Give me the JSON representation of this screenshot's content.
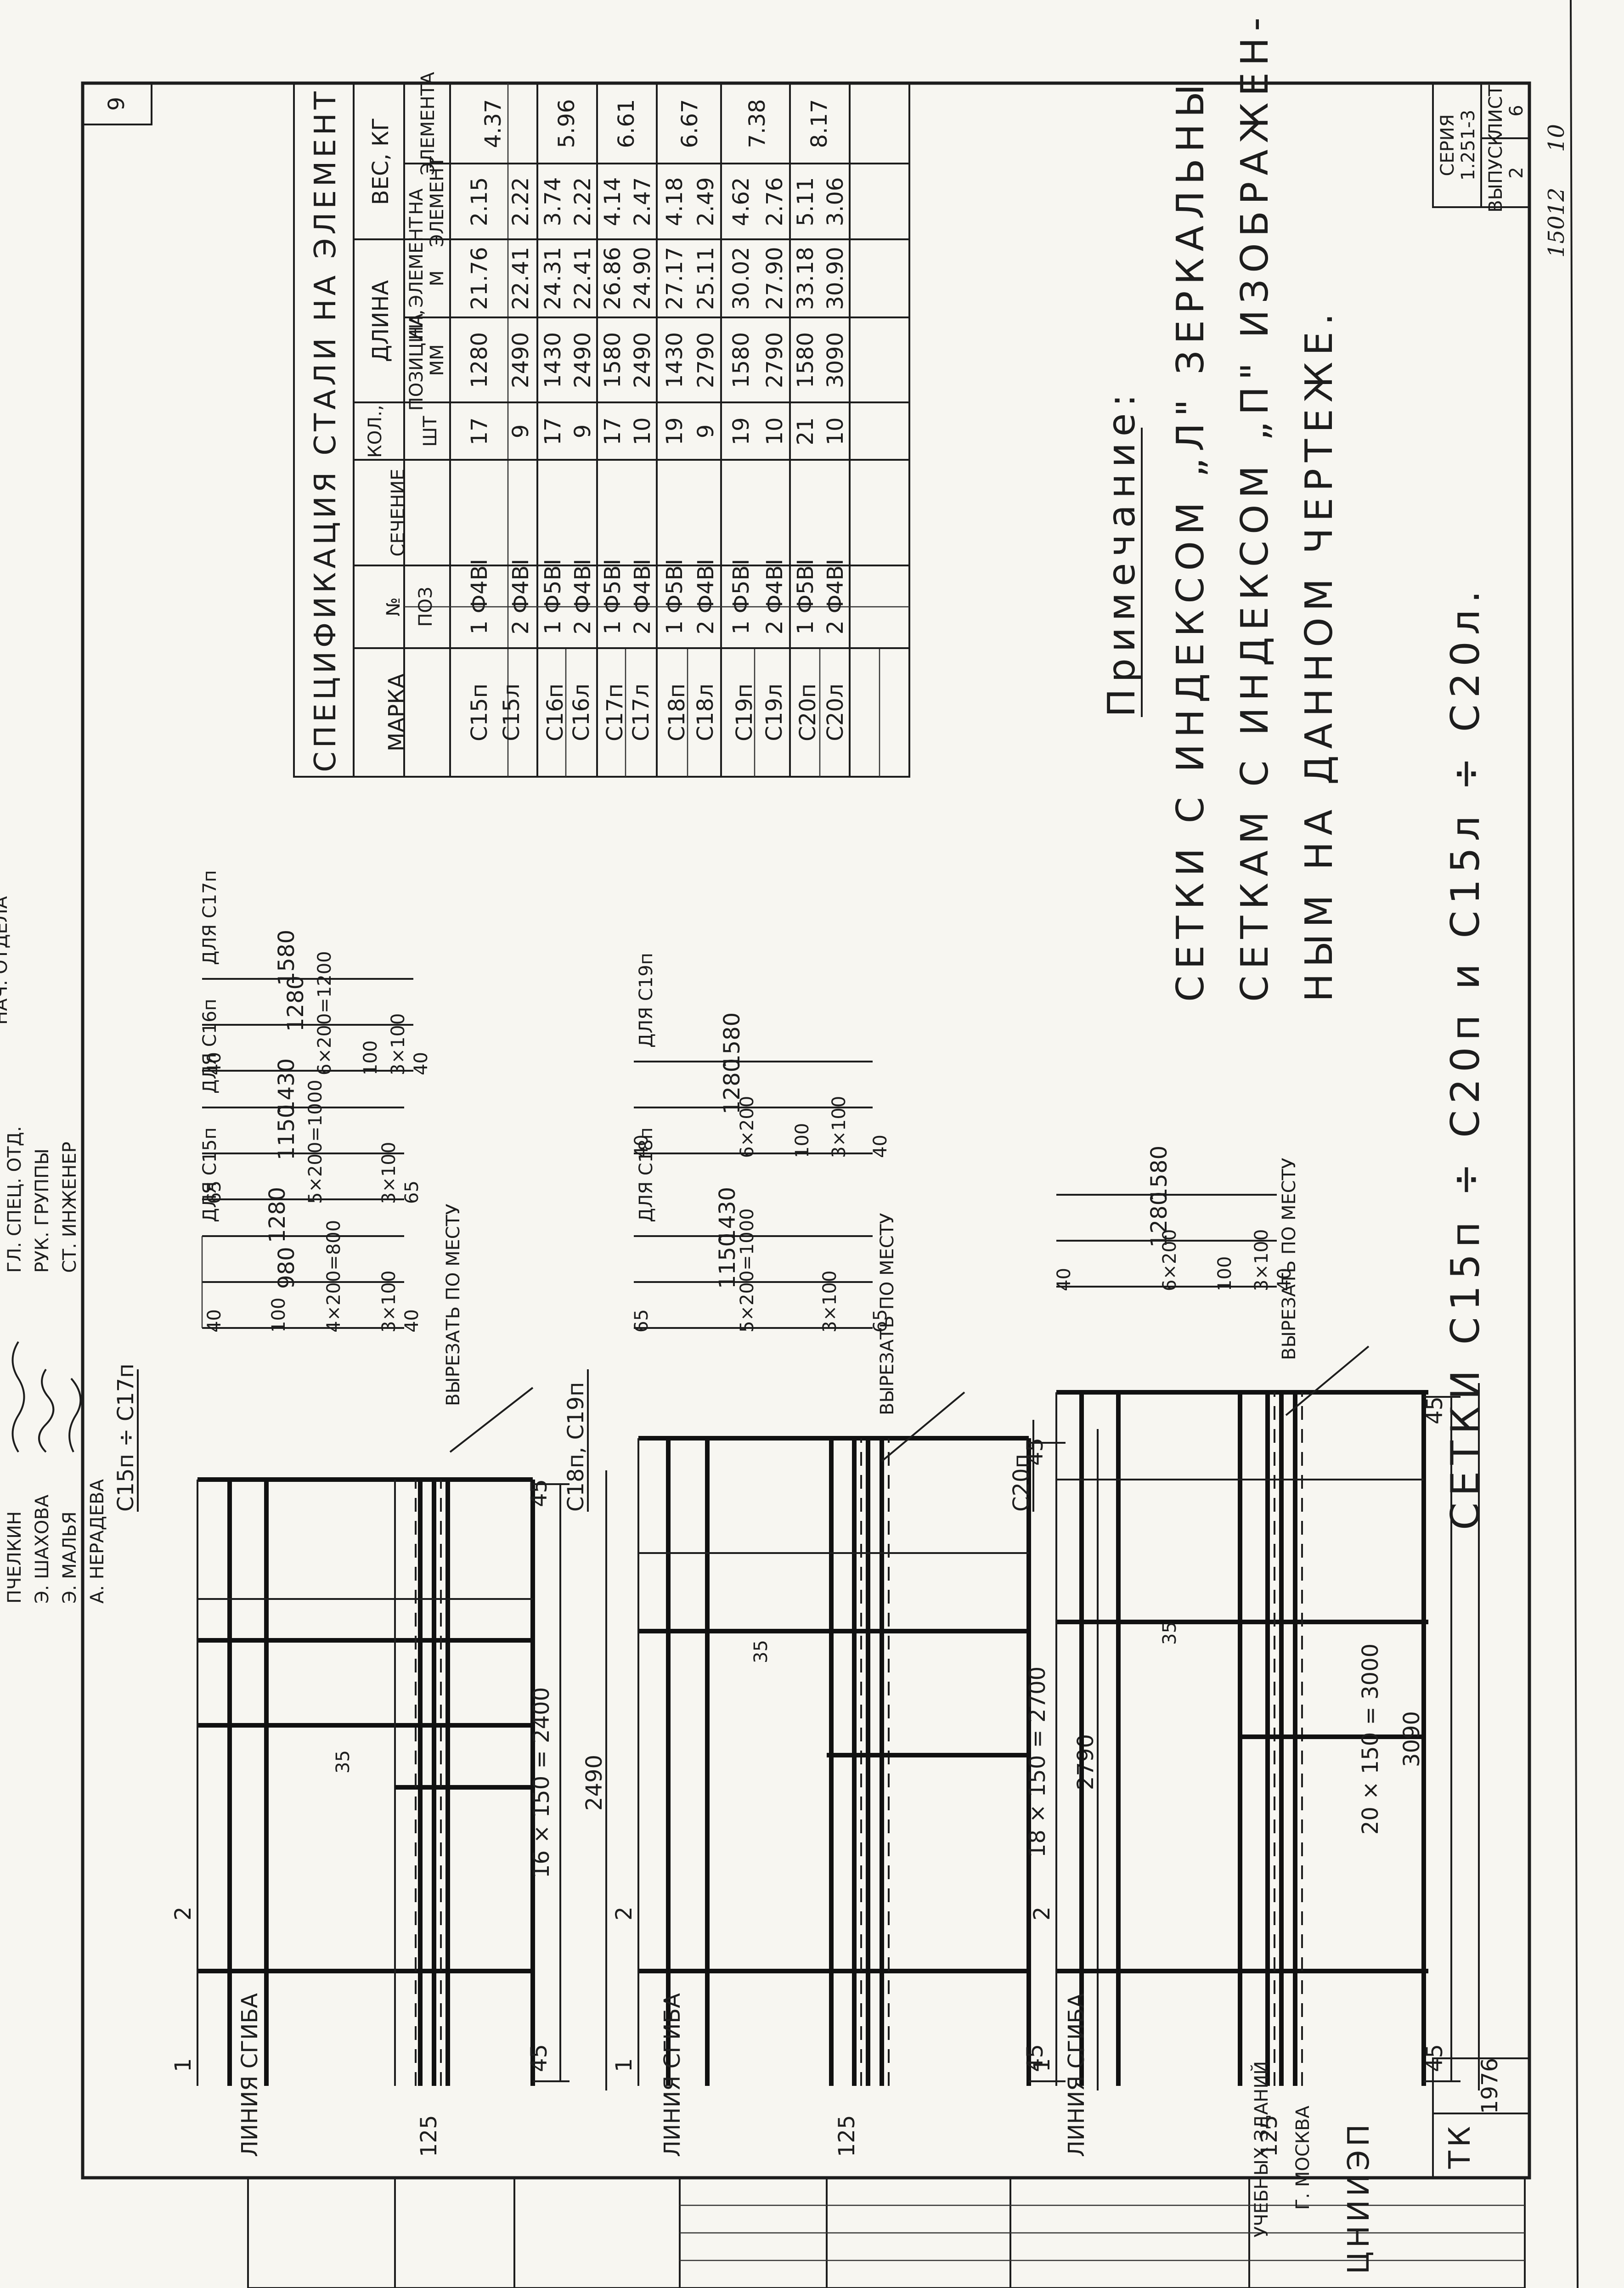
{
  "sheet": {
    "number": "9",
    "main_title": "СЕТКИ С15п ÷ С20п  и  С15л ÷ С20л.",
    "tk": "ТК",
    "year": "1976",
    "seria_label": "СЕРИЯ",
    "seria_value": "1.251-3",
    "vypusk_label": "ВЫПУСК",
    "vypusk_value": "2",
    "list_label": "ЛИСТ",
    "list_value": "6",
    "archive_number": "15012",
    "archive_page": "10"
  },
  "spec": {
    "title": "СПЕЦИФИКАЦИЯ СТАЛИ НА ЭЛЕМЕНТ",
    "headers": {
      "marka": "МАРКА",
      "poz_top": "№",
      "poz_bottom": "ПОЗ",
      "sechenie": "СЕЧЕНИЕ",
      "kol_top": "КОЛ.,",
      "kol_bottom": "ШТ",
      "dlina": "ДЛИНА",
      "len_pos_1": "ПОЗИЦИИ,",
      "len_pos_2": "ММ",
      "len_elem_1": "НА ЭЛЕМЕНТ",
      "len_elem_2": "М",
      "ves": "ВЕС, КГ",
      "ves_na_1": "НА",
      "ves_na_2": "ЭЛЕМЕНТ",
      "ves_elem": "ЭЛЕМЕНТА"
    },
    "groups": [
      {
        "marks": [
          "С15п",
          "С15л"
        ],
        "total": "4.37",
        "rows": [
          {
            "poz": "1",
            "sec": "Ф4ВI",
            "kol": "17",
            "len": "1280",
            "len_el": "21.76",
            "w": "2.15"
          },
          {
            "poz": "2",
            "sec": "Ф4ВI",
            "kol": "9",
            "len": "2490",
            "len_el": "22.41",
            "w": "2.22"
          }
        ]
      },
      {
        "marks": [
          "С16п",
          "С16л"
        ],
        "total": "5.96",
        "rows": [
          {
            "poz": "1",
            "sec": "Ф5ВI",
            "kol": "17",
            "len": "1430",
            "len_el": "24.31",
            "w": "3.74"
          },
          {
            "poz": "2",
            "sec": "Ф4ВI",
            "kol": "9",
            "len": "2490",
            "len_el": "22.41",
            "w": "2.22"
          }
        ]
      },
      {
        "marks": [
          "С17п",
          "С17л"
        ],
        "total": "6.61",
        "rows": [
          {
            "poz": "1",
            "sec": "Ф5ВI",
            "kol": "17",
            "len": "1580",
            "len_el": "26.86",
            "w": "4.14"
          },
          {
            "poz": "2",
            "sec": "Ф4ВI",
            "kol": "10",
            "len": "2490",
            "len_el": "24.90",
            "w": "2.47"
          }
        ]
      },
      {
        "marks": [
          "С18п",
          "С18л"
        ],
        "total": "6.67",
        "rows": [
          {
            "poz": "1",
            "sec": "Ф5ВI",
            "kol": "19",
            "len": "1430",
            "len_el": "27.17",
            "w": "4.18"
          },
          {
            "poz": "2",
            "sec": "Ф4ВI",
            "kol": "9",
            "len": "2790",
            "len_el": "25.11",
            "w": "2.49"
          }
        ]
      },
      {
        "marks": [
          "С19п",
          "С19л"
        ],
        "total": "7.38",
        "rows": [
          {
            "poz": "1",
            "sec": "Ф5ВI",
            "kol": "19",
            "len": "1580",
            "len_el": "30.02",
            "w": "4.62"
          },
          {
            "poz": "2",
            "sec": "Ф4ВI",
            "kol": "10",
            "len": "2790",
            "len_el": "27.90",
            "w": "2.76"
          }
        ]
      },
      {
        "marks": [
          "С20п",
          "С20л"
        ],
        "total": "8.17",
        "rows": [
          {
            "poz": "1",
            "sec": "Ф5ВI",
            "kol": "21",
            "len": "1580",
            "len_el": "33.18",
            "w": "5.11"
          },
          {
            "poz": "2",
            "sec": "Ф4ВI",
            "kol": "10",
            "len": "3090",
            "len_el": "30.90",
            "w": "3.06"
          }
        ]
      }
    ]
  },
  "note": {
    "title": "Примечание:",
    "line1": "СЕТКИ С ИНДЕКСОМ „Л\" ЗЕРКАЛЬНЫ",
    "line2": "СЕТКАМ С ИНДЕКСОМ „П\" ИЗОБРАЖЕН-",
    "line3": "НЫМ НА ДАННОМ ЧЕРТЕЖЕ."
  },
  "meshes": [
    {
      "label": "С15п ÷ С17п",
      "pitch": "16 × 150 = 2400",
      "total": "2490",
      "d45": "45",
      "d35": "35",
      "d125": "125",
      "line_label": "ЛИНИЯ СГИБА",
      "pos1": "1",
      "pos2": "2"
    },
    {
      "label": "С18п, С19п",
      "pitch": "18 × 150 = 2700",
      "total": "2790",
      "d45": "45",
      "d35": "35",
      "d125": "125",
      "line_label": "ЛИНИЯ СГИБА",
      "pos1": "1",
      "pos2": "2"
    },
    {
      "label": "С20п",
      "pitch": "20 × 150 = 3000",
      "total": "3090",
      "d45": "45",
      "d35": "35",
      "d125": "125",
      "line_label": "ЛИНИЯ СГИБА",
      "pos1": "1",
      "pos2": "2"
    }
  ],
  "bend_lines": [
    {
      "name": "ДЛЯ С15п",
      "c1": "40",
      "c2": "4×200=800",
      "c3": "100",
      "c4": "3×100",
      "c5": "40",
      "d1": "980",
      "d2": "1280",
      "cut": "ВЫРЕЗАТЬ ПО МЕСТУ"
    },
    {
      "name": "ДЛЯ С16п",
      "c1": "65",
      "c2": "5×200=1000",
      "c3": "3×100",
      "c4": "65",
      "d1": "1150",
      "d2": "1430"
    },
    {
      "name": "ДЛЯ С17п",
      "c1": "40",
      "c2": "6×200=1200",
      "c3": "100",
      "c4": "3×100",
      "c5": "40",
      "d1": "1280",
      "d2": "1580"
    },
    {
      "name": "ДЛЯ С18п",
      "c1": "65",
      "c2": "5×200=1000",
      "c3": "3×100",
      "c4": "65",
      "d1": "1150",
      "d2": "1430",
      "cut": "ВЫРЕЗАТЬ ПО МЕСТУ"
    },
    {
      "name": "ДЛЯ С19п",
      "c1": "40",
      "c2": "6×200",
      "c3": "100",
      "c4": "3×100",
      "c5": "40",
      "d1": "1280",
      "d2": "1580"
    },
    {
      "name": "",
      "c1": "40",
      "c2": "6×200",
      "c3": "100",
      "c4": "3×100",
      "c5": "40",
      "d1": "1280",
      "d2": "1580",
      "cut": "ВЫРЕЗАТЬ ПО МЕСТУ"
    }
  ],
  "stamp": {
    "org_name": "ЦНИИЭП",
    "org_1": "УЧЕБНЫХ ЗДАНИЙ",
    "org_2": "Г. МОСКВА",
    "roles": [
      "НАЧ. ОТДЕЛА",
      "ГЛ. СПЕЦ. ОТД.",
      "РУК. ГРУППЫ",
      "СТ. ИНЖЕНЕР"
    ],
    "names": [
      "ПЧЕЛКИН",
      "Э. ШАХОВА",
      "Э. МАЛЬЯ",
      "А. НЕРАДЕВА"
    ]
  }
}
